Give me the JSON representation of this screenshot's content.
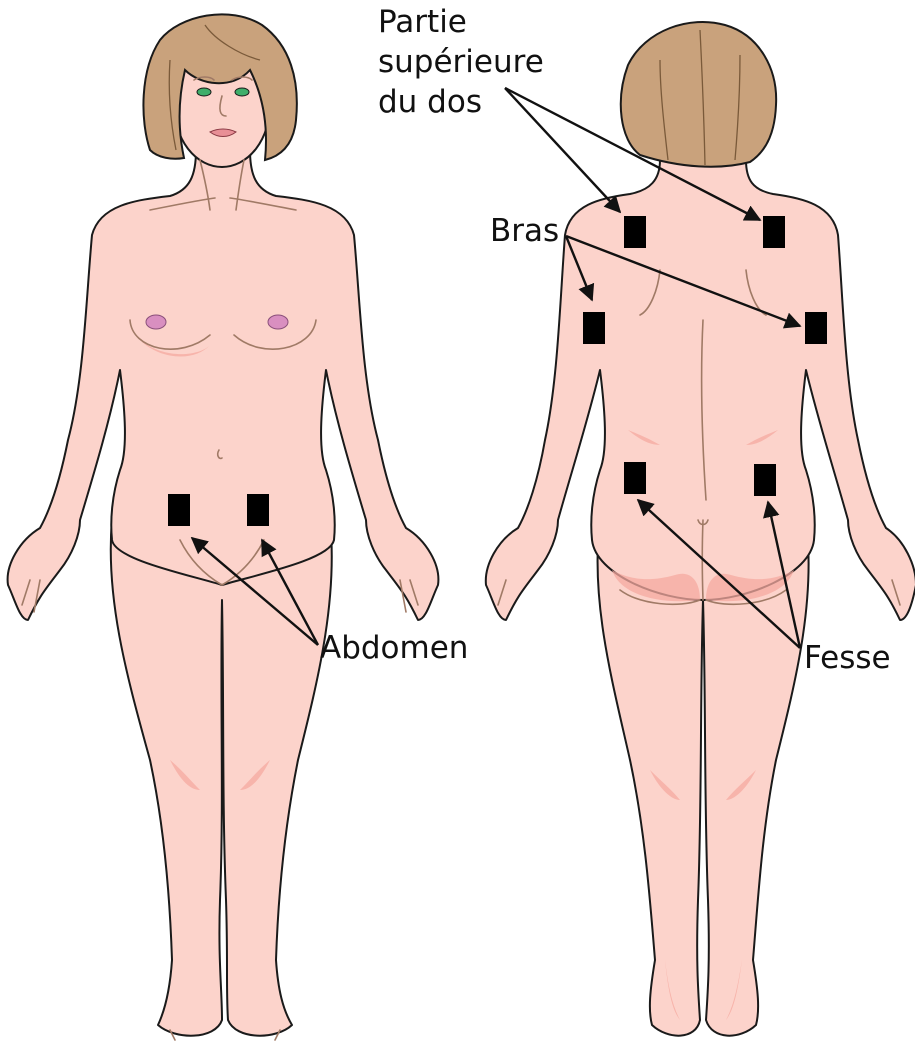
{
  "labels": {
    "upper_back": [
      "Partie",
      "supérieure",
      "du dos"
    ],
    "arms": "Bras",
    "abdomen": "Abdomen",
    "buttocks": "Fesse"
  },
  "colors": {
    "skin": "#fcd3cb",
    "skin_shadow": "#f6a9a0",
    "hair": "#c9a27c",
    "patch": "#000000",
    "outline": "#1a1a1a"
  }
}
